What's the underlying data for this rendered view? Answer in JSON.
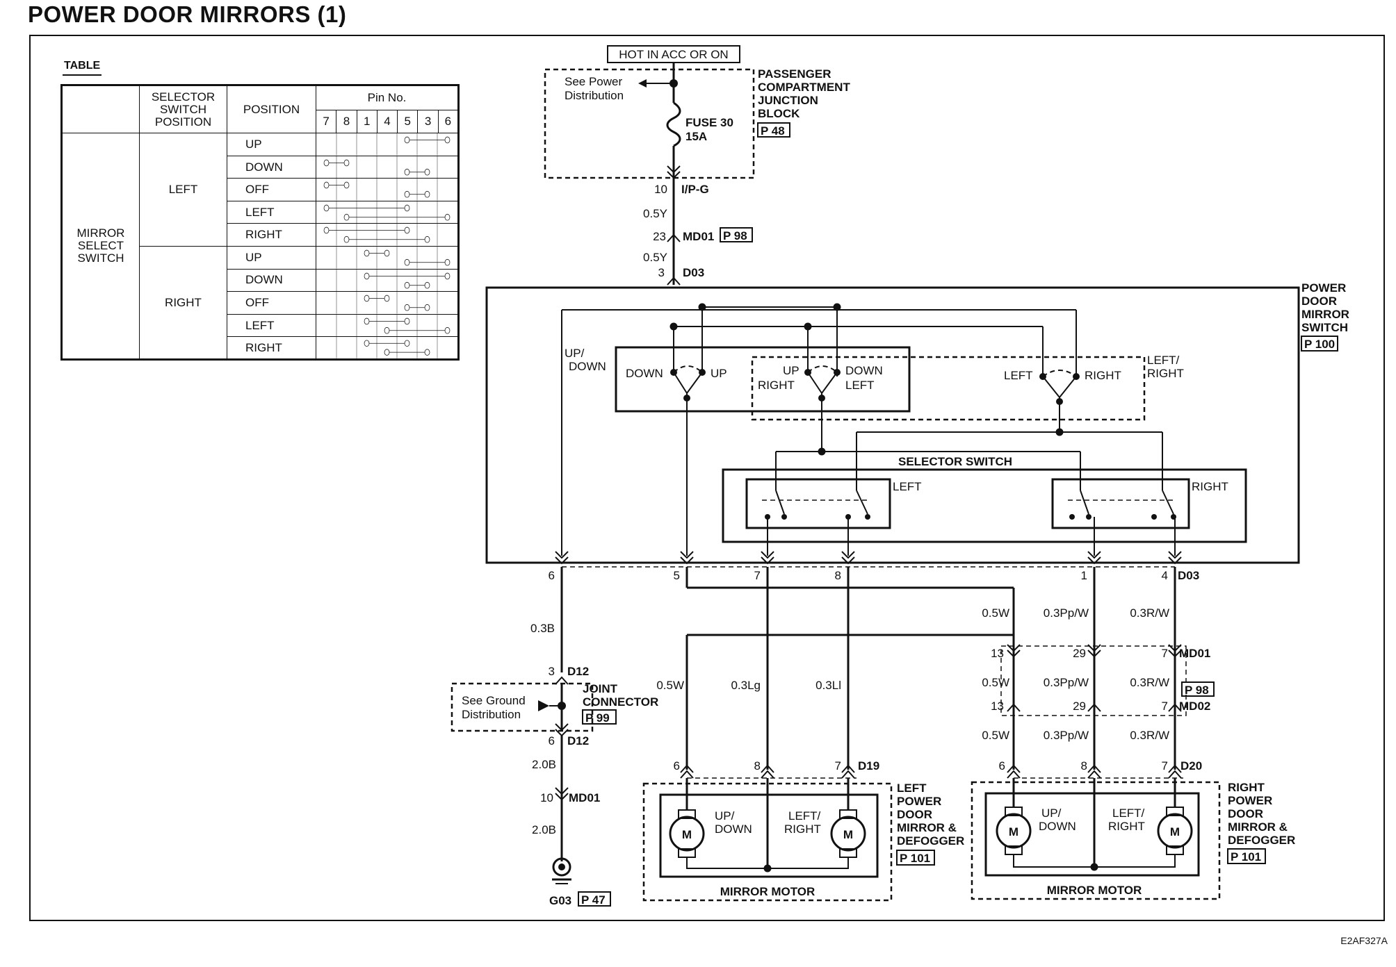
{
  "title": "POWER DOOR MIRRORS (1)",
  "diagram_code": "E2AF327A",
  "table": {
    "label": "TABLE",
    "header_selector": "SELECTOR SWITCH POSITION",
    "header_position": "POSITION",
    "header_pin": "Pin No.",
    "pins": [
      "7",
      "8",
      "1",
      "4",
      "5",
      "3",
      "6"
    ],
    "row_group_label": "MIRROR SELECT SWITCH",
    "groups": [
      {
        "selector": "LEFT",
        "rows": [
          {
            "position": "UP",
            "links": [
              [
                4,
                6
              ]
            ]
          },
          {
            "position": "DOWN",
            "links": [
              [
                0,
                1
              ],
              [
                4,
                5
              ]
            ]
          },
          {
            "position": "OFF",
            "links": [
              [
                0,
                1
              ],
              [
                4,
                5
              ]
            ]
          },
          {
            "position": "LEFT",
            "links": [
              [
                0,
                4
              ],
              [
                1,
                6
              ]
            ]
          },
          {
            "position": "RIGHT",
            "links": [
              [
                0,
                4
              ],
              [
                1,
                5
              ]
            ]
          }
        ]
      },
      {
        "selector": "RIGHT",
        "rows": [
          {
            "position": "UP",
            "links": [
              [
                2,
                3
              ],
              [
                4,
                6
              ]
            ]
          },
          {
            "position": "DOWN",
            "links": [
              [
                2,
                6
              ],
              [
                4,
                5
              ]
            ]
          },
          {
            "position": "OFF",
            "links": [
              [
                2,
                3
              ],
              [
                4,
                5
              ]
            ]
          },
          {
            "position": "LEFT",
            "links": [
              [
                2,
                4
              ],
              [
                3,
                6
              ]
            ]
          },
          {
            "position": "RIGHT",
            "links": [
              [
                2,
                4
              ],
              [
                3,
                5
              ]
            ]
          }
        ]
      }
    ]
  },
  "power": {
    "hot_label": "HOT IN ACC OR ON",
    "see_power": "See Power Distribution",
    "fuse_label": "FUSE 30",
    "fuse_rating": "15A",
    "block_label": "PASSENGER COMPARTMENT JUNCTION BLOCK",
    "block_page": "P 48",
    "pin_10": "10",
    "ipg": "I/P-G",
    "wire_1": "0.5Y",
    "pin_23": "23",
    "md01": "MD01",
    "md01_page": "P 98",
    "wire_2": "0.5Y",
    "pin_3": "3",
    "d03": "D03"
  },
  "switch_block": {
    "label": "POWER DOOR MIRROR SWITCH",
    "page": "P 100",
    "up_down_label": "UP/ DOWN",
    "down": "DOWN",
    "up": "UP",
    "up_right": "UP RIGHT",
    "down_left": "DOWN LEFT",
    "left": "LEFT",
    "right": "RIGHT",
    "left_right_label": "LEFT/ RIGHT",
    "selector_label": "SELECTOR SWITCH",
    "sel_left": "LEFT",
    "sel_right": "RIGHT"
  },
  "switch_pins": {
    "p6": "6",
    "p5": "5",
    "p7": "7",
    "p8": "8",
    "p1": "1",
    "p4": "4",
    "conn": "D03"
  },
  "ground": {
    "wire_1": "0.3B",
    "pin_3": "3",
    "d12": "D12",
    "see_ground": "See Ground Distribution",
    "joint_label": "JOINT CONNECTOR",
    "joint_page": "P 99",
    "pin_6": "6",
    "d12b": "D12",
    "wire_2": "2.0B",
    "pin_10": "10",
    "md01": "MD01",
    "wire_3": "2.0B",
    "g03": "G03",
    "g03_page": "P 47"
  },
  "left_mirror": {
    "wire_w": "0.5W",
    "wire_lg": "0.3Lg",
    "wire_ll": "0.3Ll",
    "pin_6": "6",
    "pin_8": "8",
    "pin_7": "7",
    "conn": "D19",
    "up_down": "UP/ DOWN",
    "left_right": "LEFT/ RIGHT",
    "motor": "M",
    "motor_label": "MIRROR MOTOR",
    "label": "LEFT POWER DOOR MIRROR & DEFOGGER",
    "page": "P 101"
  },
  "right_mirror": {
    "w1a": "0.5W",
    "w1b": "0.3Pp/W",
    "w1c": "0.3R/W",
    "p13": "13",
    "p29": "29",
    "p7": "7",
    "md01": "MD01",
    "w2a": "0.5W",
    "w2b": "0.3Pp/W",
    "w2c": "0.3R/W",
    "page98": "P 98",
    "p13b": "13",
    "p29b": "29",
    "p7b": "7",
    "md02": "MD02",
    "w3a": "0.5W",
    "w3b": "0.3Pp/W",
    "w3c": "0.3R/W",
    "pin_6": "6",
    "pin_8": "8",
    "pin_7": "7",
    "conn": "D20",
    "up_down": "UP/ DOWN",
    "left_right": "LEFT/ RIGHT",
    "motor": "M",
    "motor_label": "MIRROR MOTOR",
    "label": "RIGHT POWER DOOR MIRROR & DEFOGGER",
    "page": "P 101"
  }
}
